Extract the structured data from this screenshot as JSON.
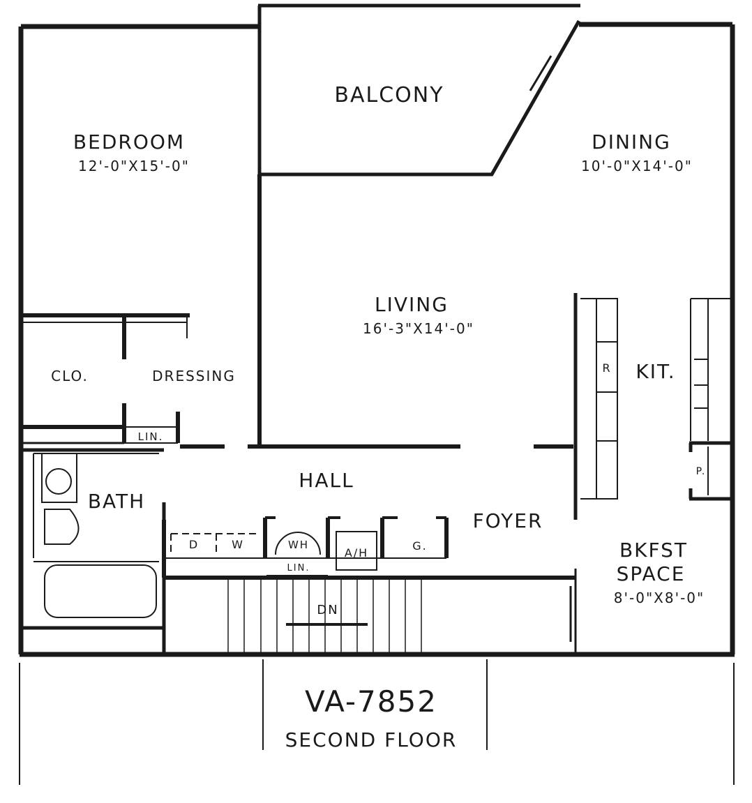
{
  "plan": {
    "ink_color": "#1a1a1a",
    "rooms": {
      "balcony": "BALCONY",
      "bedroom": "BEDROOM",
      "bedroom_size": "12'-0\"X15'-0\"",
      "dining": "DINING",
      "dining_size": "10'-0\"X14'-0\"",
      "living": "LIVING",
      "living_size": "16'-3\"X14'-0\"",
      "closet": "CLO.",
      "dressing": "DRESSING",
      "linen": "LIN.",
      "kitchen": "KIT.",
      "refrigerator": "R",
      "pantry": "P.",
      "hall": "HALL",
      "bath": "BATH",
      "foyer": "FOYER",
      "dryer": "D",
      "washer": "W",
      "water_heater": "WH",
      "linen2": "LIN.",
      "air_handler": "A/H",
      "g": "G.",
      "down": "DN",
      "bkfst": "BKFST",
      "bkfst_space": "SPACE",
      "bkfst_size": "8'-0\"X8'-0\""
    },
    "title": {
      "code": "VA-7852",
      "floor": "SECOND FLOOR"
    }
  }
}
